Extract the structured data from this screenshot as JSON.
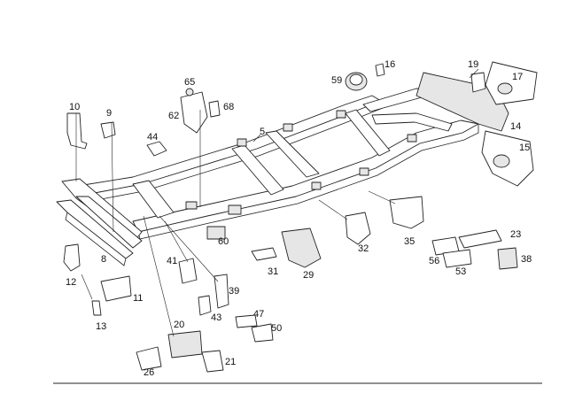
{
  "callouts": [
    "5",
    "8",
    "9",
    "10",
    "11",
    "12",
    "13",
    "14",
    "15",
    "16",
    "17",
    "19",
    "20",
    "21",
    "23",
    "26",
    "29",
    "31",
    "32",
    "35",
    "38",
    "39",
    "41",
    "43",
    "44",
    "47",
    "50",
    "53",
    "56",
    "59",
    "60",
    "62",
    "65",
    "68"
  ]
}
